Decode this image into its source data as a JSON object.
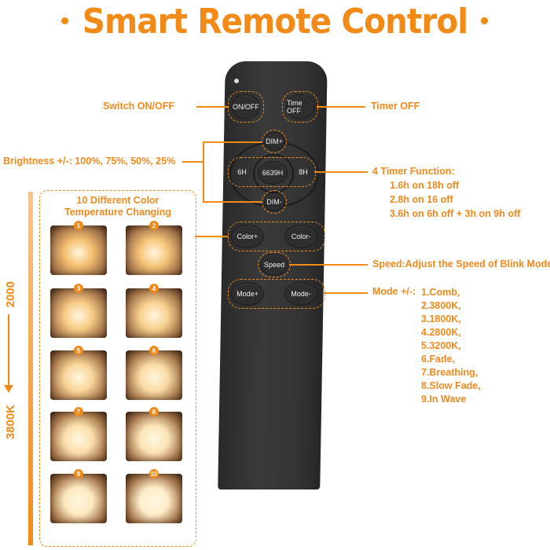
{
  "title": "Smart Remote Control",
  "remote": {
    "buttons": {
      "on_off": "ON/OFF",
      "time_off": "Time OFF",
      "dim_up": "DIM+",
      "dim_down": "DIM-",
      "timer_6h": "6H",
      "timer_6639h": "6639H",
      "timer_8h": "8H",
      "color_up": "Color+",
      "color_down": "Color-",
      "speed": "Speed",
      "mode_up": "Mode+",
      "mode_down": "Mode-"
    }
  },
  "labels": {
    "switch": "Switch ON/OFF",
    "timer_off": "Timer OFF",
    "brightness": "Brightness +/-: 100%, 75%, 50%, 25%",
    "timer_function_title": "4 Timer Function:",
    "timer_functions": [
      "1.6h on 18h off",
      "2.8h on 16 off",
      "3.6h on 6h off + 3h on 9h off"
    ],
    "speed": "Speed:Adjust the Speed of Blink Modes",
    "mode_title": "Mode +/-:",
    "modes": [
      "1.Comb,",
      "2.3800K,",
      "3.1800K,",
      "4.2800K,",
      "5.3200K,",
      "6.Fade,",
      "7.Breathing,",
      "8.Slow Fade,",
      "9.In Wave"
    ]
  },
  "color_panel": {
    "title_line1": "10 Different Color",
    "title_line2": "Temperature Changing",
    "photos": [
      "1",
      "2",
      "3",
      "4",
      "5",
      "6",
      "7",
      "8",
      "9",
      "10"
    ],
    "scale_start": "2000",
    "scale_end": "3800K"
  }
}
